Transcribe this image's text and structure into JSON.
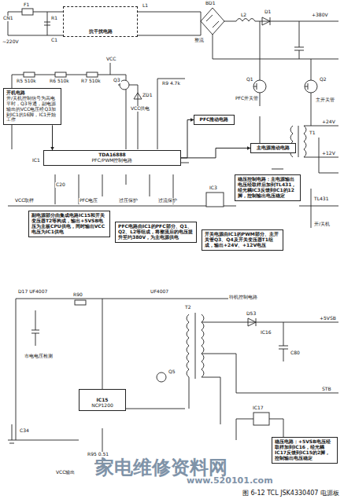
{
  "diagram": {
    "caption": "图 6-12  TCL JSK4330407 电源板",
    "nodes": [
      {
        "text": [
          "抗干扰电路"
        ]
      },
      {
        "text": [
          "开机电路",
          "开/关机控制信号为高电平时，Q3导通，副电源输出的VCC电压经Q3加到IC1的16脚，IC1开始工作"
        ]
      },
      {
        "text": [
          "TDA16888",
          "PFC/PWM控制电路"
        ]
      },
      {
        "text": [
          "PFC推动电路"
        ]
      },
      {
        "text": [
          "主电源推动电路"
        ]
      },
      {
        "text": [
          "稳压控制电路：主电源输出电压经取样后加到TL431，经光耦IC3反馈到IC1的12脚，控制输出电压稳定"
        ]
      },
      {
        "text": [
          "副电源部分由集成电路IC15和开关变压器T2等构成，输出+5VSB电压为主板CPU供电，同时输出VCC电压为IC1供电"
        ]
      },
      {
        "text": [
          "PFC电路由IC1的PFC部分、Q1、Q2、L2等组成，将整流后的电压提升至约380V，为主电源供电"
        ]
      },
      {
        "text": [
          "开关电源由IC1的PWM部分、主开关管Q3、Q4及开关变压器T1组成，输出+24V、+12V电压"
        ]
      },
      {
        "text": [
          "IC15",
          "NCP1200"
        ]
      },
      {
        "text": [
          "稳压电路：+5VSB电压经取样加到IC16，经光耦IC17反馈到IC15的2脚，控制输出电压稳定"
        ]
      }
    ],
    "edges": [
      {
        "from": 1,
        "to": 2,
        "arrow": "to"
      },
      {
        "from": 2,
        "to": 3,
        "arrow": "to"
      },
      {
        "from": 2,
        "to": 4,
        "arrow": "to"
      }
    ],
    "labels": [
      "CN1",
      "~220V",
      "F1",
      "R1",
      "C1",
      "L1",
      "BD1",
      "整流",
      "L2",
      "D1",
      "+380V",
      "R5 510k",
      "R6 510k",
      "R7 510k",
      "VCC",
      "Q3",
      "ZD1",
      "R9 4.7k",
      "VCC供电",
      "Q1",
      "PFC开关管",
      "Q2",
      "主开关管",
      "T1",
      "IC1",
      "VCC取样",
      "PFC电压",
      "过压保护",
      "过流保护",
      "C20",
      "TL431",
      "IC3",
      "+24V",
      "+12V",
      "开/关机",
      "D17 UF4007",
      "R90",
      "UF4007",
      "T2",
      "IC16",
      "+5VSB",
      "D53",
      "C80",
      "待机控制电路",
      "VCC输出",
      "R95 0.51",
      "IC17",
      "C34",
      "市电电压检测",
      "Q5",
      "STB",
      "家电维修资料网",
      "www.520101.com"
    ]
  }
}
